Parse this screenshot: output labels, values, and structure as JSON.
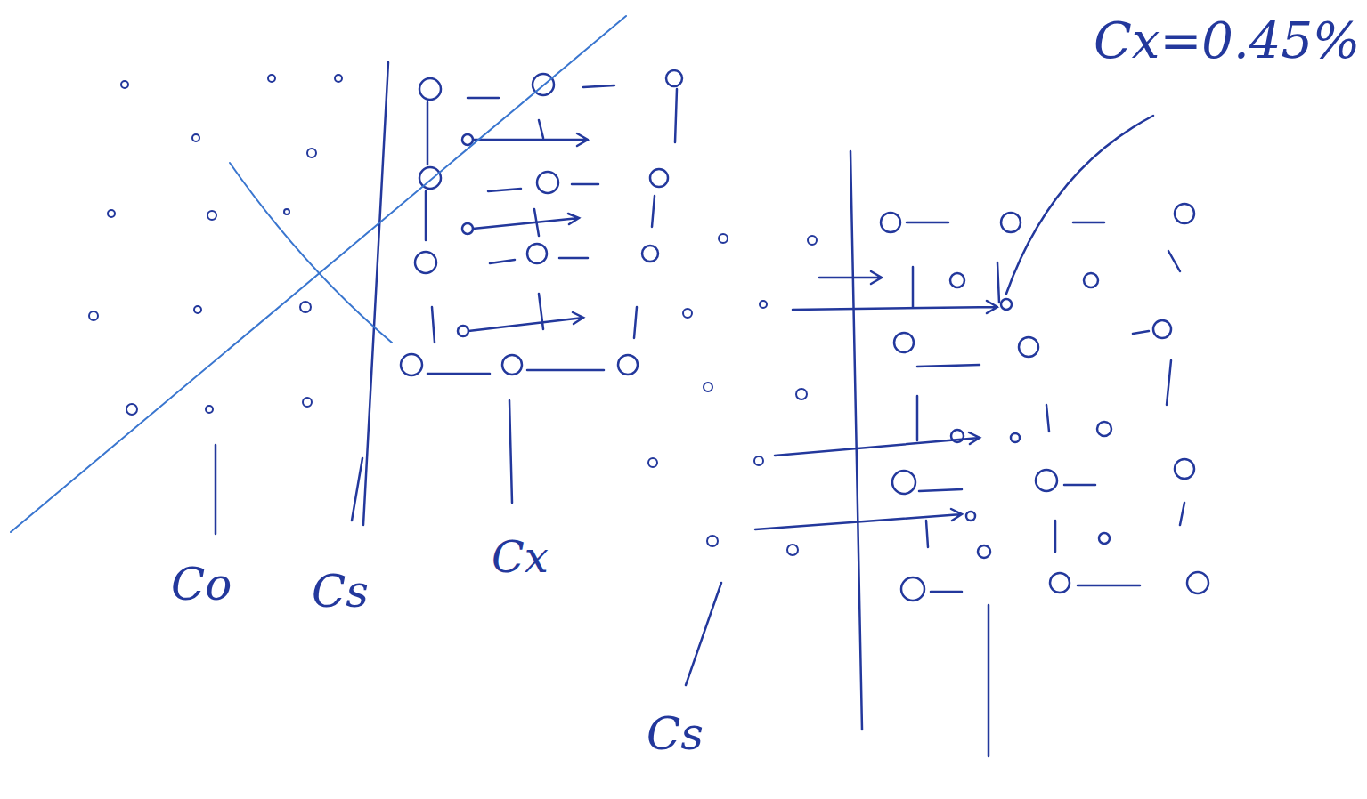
{
  "diagram": {
    "labels": [
      "Cx=0.45%",
      "Co",
      "Cs",
      "Cx",
      "Cs"
    ]
  }
}
